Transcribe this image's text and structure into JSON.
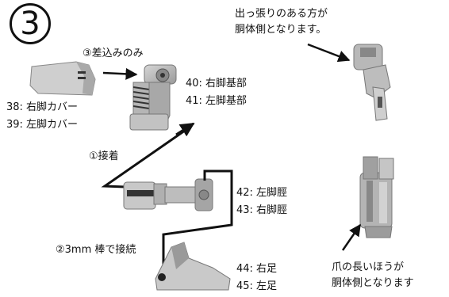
{
  "step": {
    "number": "3"
  },
  "labels": {
    "insert_only": "③差込みのみ",
    "part_40": "40: 右脚基部",
    "part_41": "41: 左脚基部",
    "part_38": "38: 右脚カバー",
    "part_39": "39: 左脚カバー",
    "glue": "①接着",
    "part_42": "42: 左脚脛",
    "part_43": "43: 右脚脛",
    "rod_3mm": "②3mm 棒で接続",
    "part_44": "44: 右足",
    "part_45": "45: 左足"
  },
  "notes": {
    "top_right_line1": "出っ張りのある方が",
    "top_right_line2": "胴体側となります。",
    "bottom_right_line1": "爪の長いほうが",
    "bottom_right_line2": "胴体側となります"
  }
}
